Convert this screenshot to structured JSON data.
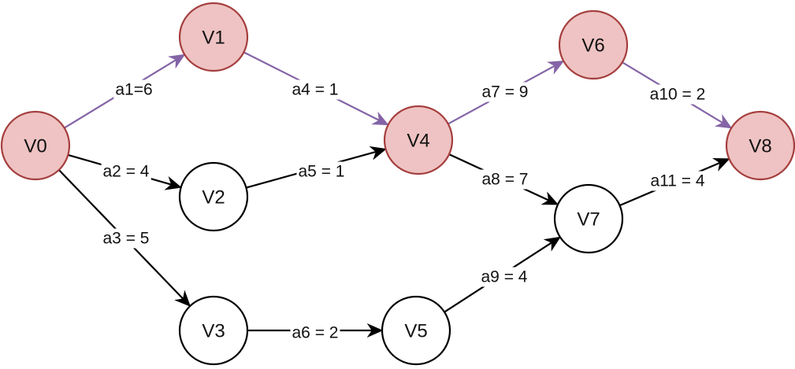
{
  "diagram": {
    "type": "directed-graph",
    "description": "AOE network with critical path highlighted",
    "colors": {
      "critical_node_fill": "#efc3c3",
      "critical_node_stroke": "#a53e3e",
      "normal_node_fill": "#ffffff",
      "normal_node_stroke": "#000000",
      "critical_edge": "#8464a6",
      "normal_edge": "#000000"
    },
    "nodes": [
      {
        "id": "V0",
        "label": "V0",
        "critical": true
      },
      {
        "id": "V1",
        "label": "V1",
        "critical": true
      },
      {
        "id": "V2",
        "label": "V2",
        "critical": false
      },
      {
        "id": "V3",
        "label": "V3",
        "critical": false
      },
      {
        "id": "V4",
        "label": "V4",
        "critical": true
      },
      {
        "id": "V5",
        "label": "V5",
        "critical": false
      },
      {
        "id": "V6",
        "label": "V6",
        "critical": true
      },
      {
        "id": "V7",
        "label": "V7",
        "critical": false
      },
      {
        "id": "V8",
        "label": "V8",
        "critical": true
      }
    ],
    "edges": [
      {
        "id": "a1",
        "from": "V0",
        "to": "V1",
        "label": "a1=6",
        "weight": 6,
        "critical": true
      },
      {
        "id": "a2",
        "from": "V0",
        "to": "V2",
        "label": "a2 = 4",
        "weight": 4,
        "critical": false
      },
      {
        "id": "a3",
        "from": "V0",
        "to": "V3",
        "label": "a3 = 5",
        "weight": 5,
        "critical": false
      },
      {
        "id": "a4",
        "from": "V1",
        "to": "V4",
        "label": "a4 = 1",
        "weight": 1,
        "critical": true
      },
      {
        "id": "a5",
        "from": "V2",
        "to": "V4",
        "label": "a5 = 1",
        "weight": 1,
        "critical": false
      },
      {
        "id": "a6",
        "from": "V3",
        "to": "V5",
        "label": "a6 = 2",
        "weight": 2,
        "critical": false
      },
      {
        "id": "a7",
        "from": "V4",
        "to": "V6",
        "label": "a7 = 9",
        "weight": 9,
        "critical": true
      },
      {
        "id": "a8",
        "from": "V4",
        "to": "V7",
        "label": "a8 = 7",
        "weight": 7,
        "critical": false
      },
      {
        "id": "a9",
        "from": "V5",
        "to": "V7",
        "label": "a9 = 4",
        "weight": 4,
        "critical": false
      },
      {
        "id": "a10",
        "from": "V6",
        "to": "V8",
        "label": "a10 = 2",
        "weight": 2,
        "critical": true
      },
      {
        "id": "a11",
        "from": "V7",
        "to": "V8",
        "label": "a11 = 4",
        "weight": 4,
        "critical": false
      }
    ]
  }
}
